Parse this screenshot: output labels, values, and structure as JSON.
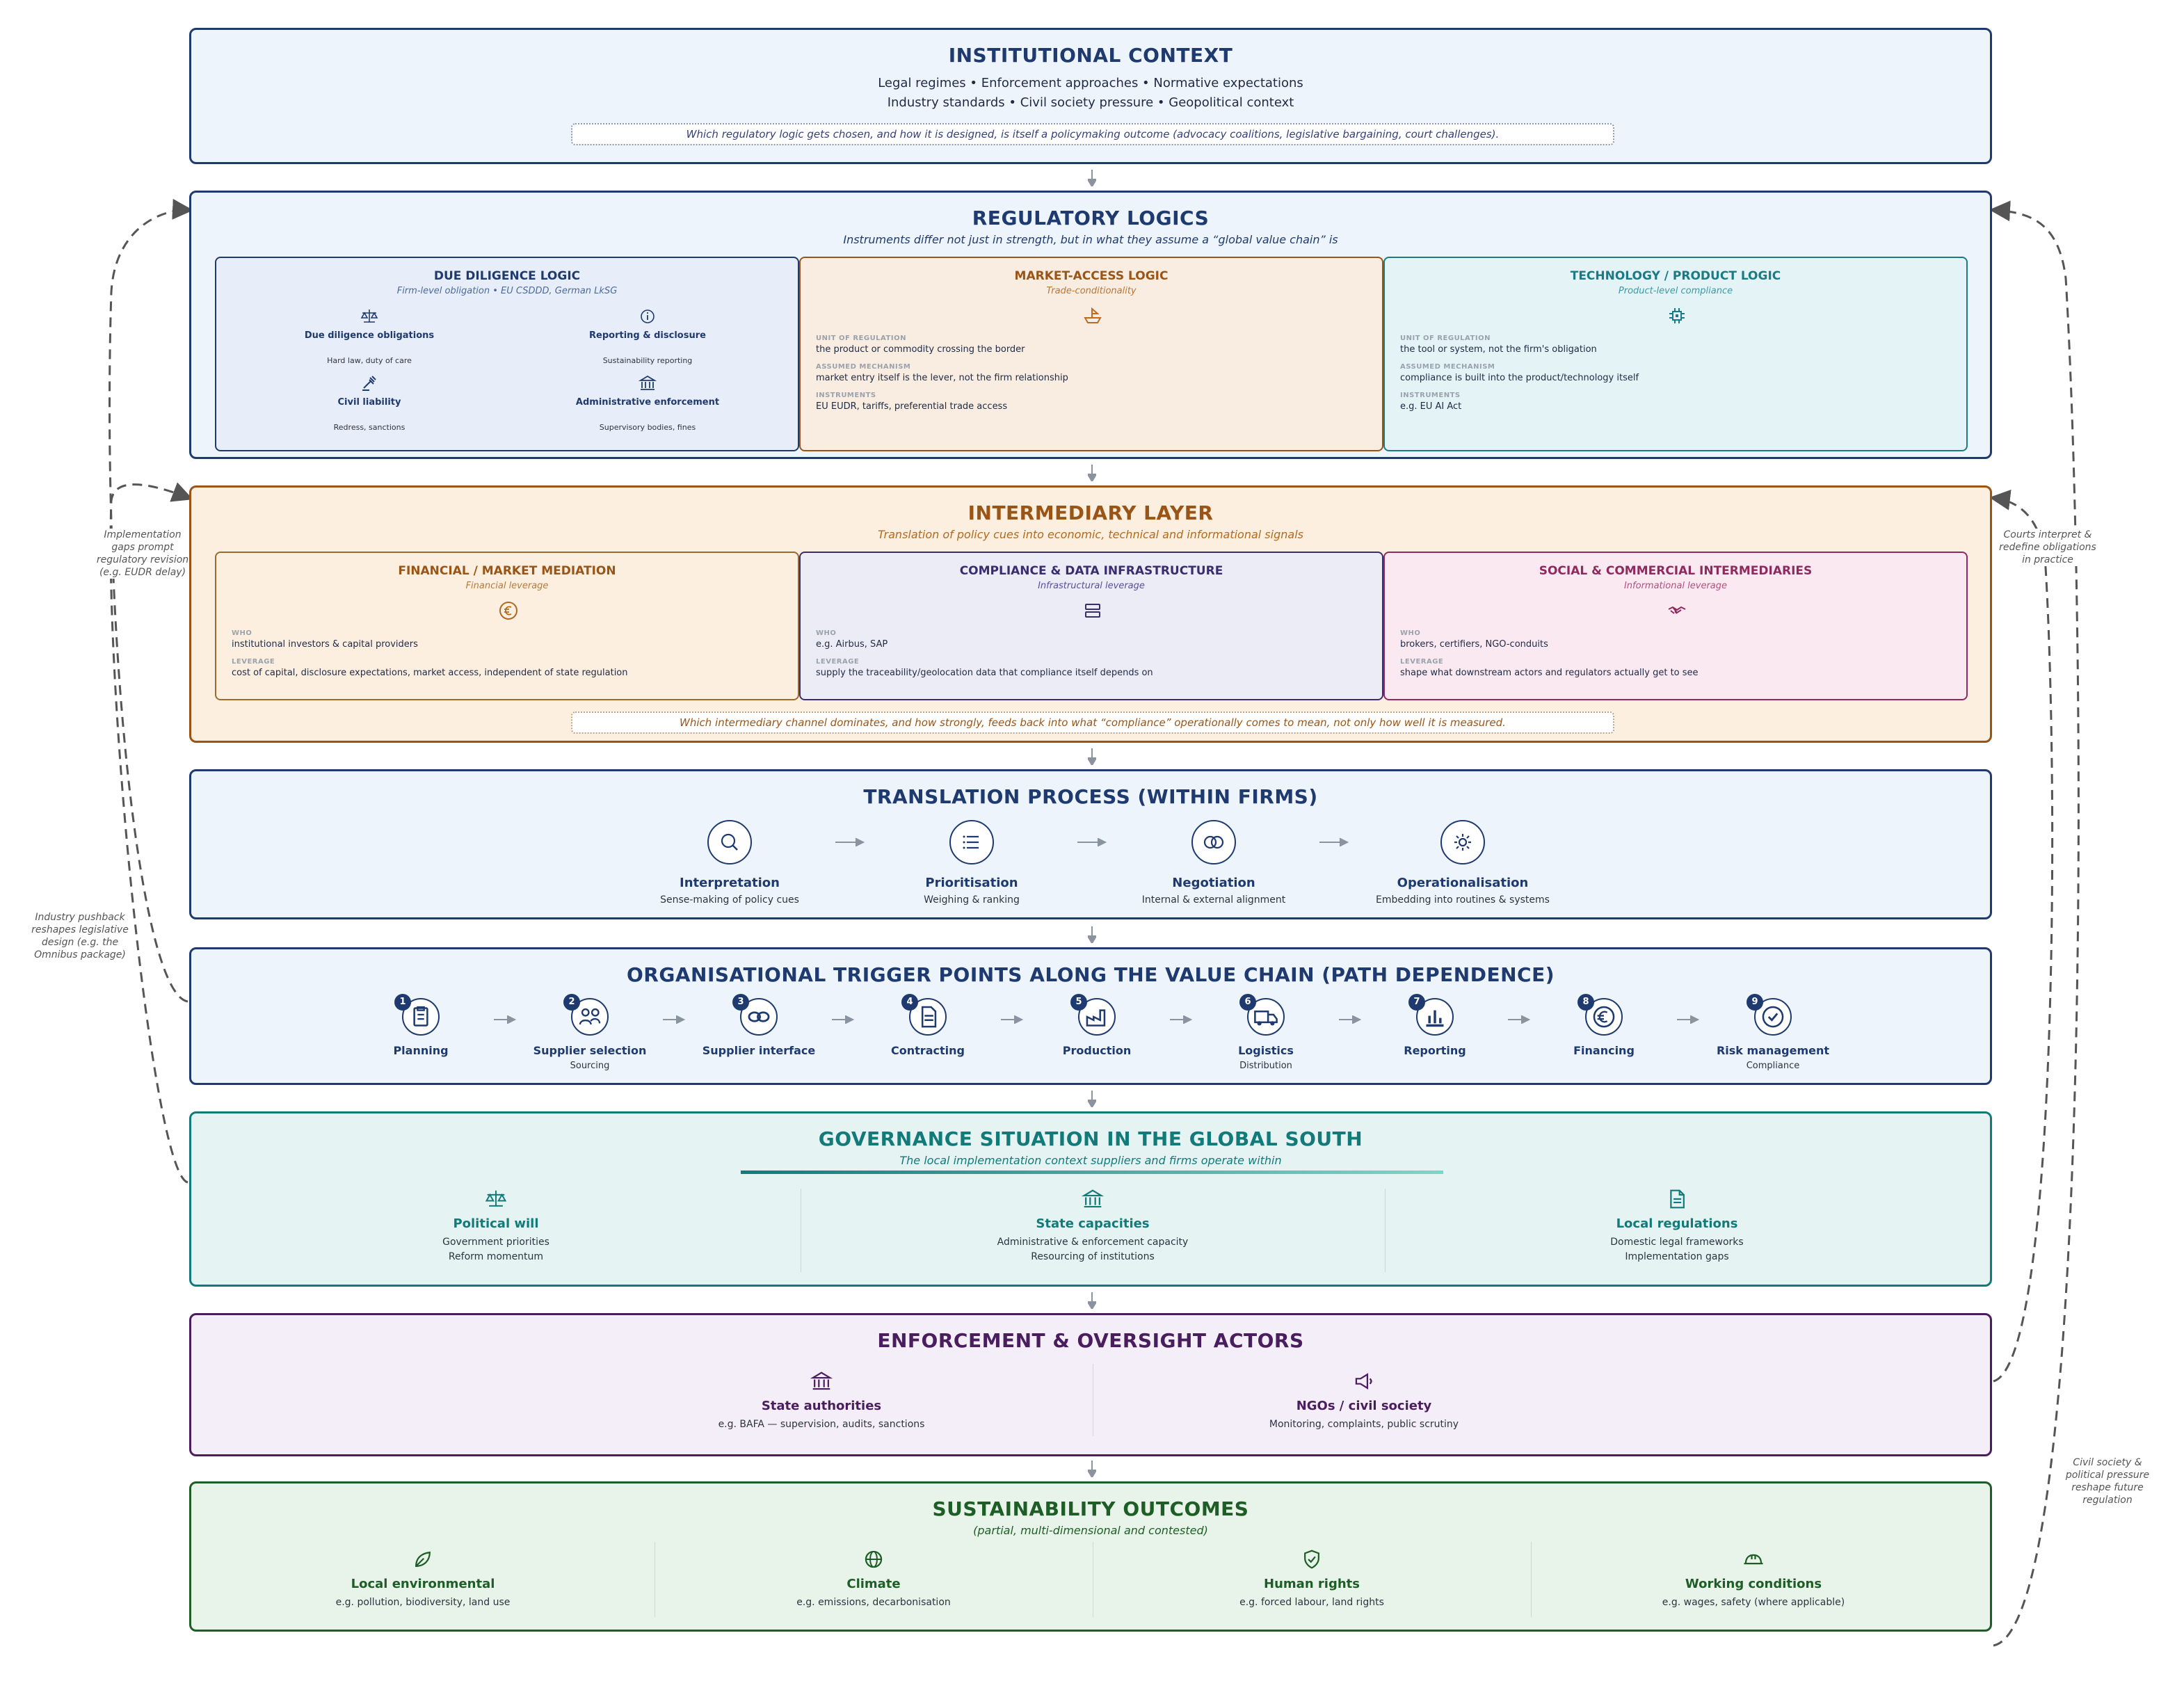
{
  "institutional": {
    "title": "INSTITUTIONAL CONTEXT",
    "line1": "Legal regimes • Enforcement approaches • Normative expectations",
    "line2": "Industry standards • Civil society pressure • Geopolitical context",
    "note": "Which regulatory logic gets chosen, and how it is designed, is itself a policymaking outcome (advocacy coalitions, legislative bargaining, court challenges)."
  },
  "regulatory": {
    "title": "REGULATORY LOGICS",
    "subtitle": "Instruments differ not just in strength, but in what they assume a “global value chain” is",
    "due": {
      "title": "DUE DILIGENCE LOGIC",
      "subtitle": "Firm-level obligation • EU CSDDD, German LkSG",
      "items": [
        {
          "name": "Due diligence obligations",
          "desc": "Hard law, duty of care",
          "icon": "scales-icon"
        },
        {
          "name": "Reporting & disclosure",
          "desc": "Sustainability reporting",
          "icon": "info-icon"
        },
        {
          "name": "Civil liability",
          "desc": "Redress, sanctions",
          "icon": "gavel-icon"
        },
        {
          "name": "Administrative enforcement",
          "desc": "Supervisory bodies, fines",
          "icon": "institution-icon"
        }
      ]
    },
    "market": {
      "title": "MARKET-ACCESS LOGIC",
      "subtitle": "Trade-conditionality",
      "k1": "UNIT OF REGULATION",
      "v1": "the product or commodity crossing the border",
      "k2": "ASSUMED MECHANISM",
      "v2": "market entry itself is the lever, not the firm relationship",
      "k3": "INSTRUMENTS",
      "v3": "EU EUDR, tariffs, preferential trade access"
    },
    "tech": {
      "title": "TECHNOLOGY / PRODUCT LOGIC",
      "subtitle": "Product-level compliance",
      "k1": "UNIT OF REGULATION",
      "v1": "the tool or system, not the firm's obligation",
      "k2": "ASSUMED MECHANISM",
      "v2": "compliance is built into the product/technology itself",
      "k3": "INSTRUMENTS",
      "v3": "e.g. EU AI Act"
    }
  },
  "intermediary": {
    "title": "INTERMEDIARY LAYER",
    "subtitle": "Translation of policy cues into economic, technical and informational signals",
    "financial": {
      "title": "FINANCIAL / MARKET MEDIATION",
      "subtitle": "Financial leverage",
      "k1": "WHO",
      "v1": "institutional investors & capital providers",
      "k2": "LEVERAGE",
      "v2": "cost of capital, disclosure expectations, market access, independent of state regulation"
    },
    "compliance": {
      "title": "COMPLIANCE & DATA INFRASTRUCTURE",
      "subtitle": "Infrastructural leverage",
      "k1": "WHO",
      "v1": "e.g. Airbus, SAP",
      "k2": "LEVERAGE",
      "v2": "supply the traceability/geolocation data that compliance itself depends on"
    },
    "social": {
      "title": "SOCIAL & COMMERCIAL INTERMEDIARIES",
      "subtitle": "Informational leverage",
      "k1": "WHO",
      "v1": "brokers, certifiers, NGO-conduits",
      "k2": "LEVERAGE",
      "v2": "shape what downstream actors and regulators actually get to see"
    },
    "note": "Which intermediary channel dominates, and how strongly, feeds back into what “compliance” operationally comes to mean, not only how well it is measured."
  },
  "translation": {
    "title": "TRANSLATION PROCESS (WITHIN FIRMS)",
    "steps": [
      {
        "name": "Interpretation",
        "desc": "Sense-making of policy cues",
        "icon": "search-icon"
      },
      {
        "name": "Prioritisation",
        "desc": "Weighing & ranking",
        "icon": "list-icon"
      },
      {
        "name": "Negotiation",
        "desc": "Internal & external alignment",
        "icon": "overlap-icon"
      },
      {
        "name": "Operationalisation",
        "desc": "Embedding into routines & systems",
        "icon": "gear-icon"
      }
    ]
  },
  "triggers": {
    "title": "ORGANISATIONAL TRIGGER POINTS ALONG THE VALUE CHAIN (PATH DEPENDENCE)",
    "points": [
      {
        "num": "1",
        "name": "Planning",
        "sub": "",
        "icon": "clipboard-icon"
      },
      {
        "num": "2",
        "name": "Supplier selection",
        "sub": "Sourcing",
        "icon": "people-icon"
      },
      {
        "num": "3",
        "name": "Supplier interface",
        "sub": "",
        "icon": "link-icon"
      },
      {
        "num": "4",
        "name": "Contracting",
        "sub": "",
        "icon": "document-icon"
      },
      {
        "num": "5",
        "name": "Production",
        "sub": "",
        "icon": "factory-icon"
      },
      {
        "num": "6",
        "name": "Logistics",
        "sub": "Distribution",
        "icon": "truck-icon"
      },
      {
        "num": "7",
        "name": "Reporting",
        "sub": "",
        "icon": "bar-chart-icon"
      },
      {
        "num": "8",
        "name": "Financing",
        "sub": "",
        "icon": "euro-icon"
      },
      {
        "num": "9",
        "name": "Risk management",
        "sub": "Compliance",
        "icon": "check-circle-icon"
      }
    ]
  },
  "governance": {
    "title": "GOVERNANCE SITUATION IN THE GLOBAL SOUTH",
    "subtitle": "The local implementation context suppliers and firms operate within",
    "cols": [
      {
        "name": "Political will",
        "d1": "Government priorities",
        "d2": "Reform momentum",
        "icon": "scales-icon"
      },
      {
        "name": "State capacities",
        "d1": "Administrative & enforcement capacity",
        "d2": "Resourcing of institutions",
        "icon": "institution-icon"
      },
      {
        "name": "Local regulations",
        "d1": "Domestic legal frameworks",
        "d2": "Implementation gaps",
        "icon": "document-icon"
      }
    ]
  },
  "enforcement": {
    "title": "ENFORCEMENT & OVERSIGHT ACTORS",
    "cols": [
      {
        "name": "State authorities",
        "desc": "e.g. BAFA — supervision, audits, sanctions",
        "icon": "institution-icon"
      },
      {
        "name": "NGOs / civil society",
        "desc": "Monitoring, complaints, public scrutiny",
        "icon": "megaphone-icon"
      }
    ]
  },
  "outcomes": {
    "title": "SUSTAINABILITY OUTCOMES",
    "subtitle": "(partial, multi-dimensional and contested)",
    "cols": [
      {
        "name": "Local environmental",
        "desc": "e.g. pollution, biodiversity, land use",
        "icon": "leaf-icon"
      },
      {
        "name": "Climate",
        "desc": "e.g. emissions, decarbonisation",
        "icon": "globe-icon"
      },
      {
        "name": "Human rights",
        "desc": "e.g. forced labour, land rights",
        "icon": "shield-icon"
      },
      {
        "name": "Working conditions",
        "desc": "e.g. wages, safety (where applicable)",
        "icon": "hard-hat-icon"
      }
    ]
  },
  "feedback": {
    "left_upper": [
      "Implementation",
      "gaps prompt",
      "regulatory revision",
      "(e.g. EUDR delay)"
    ],
    "left_lower": [
      "Industry pushback",
      "reshapes legislative",
      "design (e.g. the",
      "Omnibus package)"
    ],
    "right_upper": [
      "Courts interpret &",
      "redefine obligations",
      "in practice"
    ],
    "right_lower": [
      "Civil society &",
      "political pressure",
      "reshape future",
      "regulation"
    ]
  },
  "colors": {
    "navy": "#1e3a6e",
    "orange": "#9a5516",
    "teal": "#1a7a86",
    "purple": "#3a2c6e",
    "magenta": "#8e2a5e",
    "gov_teal": "#137a7a",
    "enf_purple": "#4a1e5e",
    "green": "#1e5e26"
  }
}
